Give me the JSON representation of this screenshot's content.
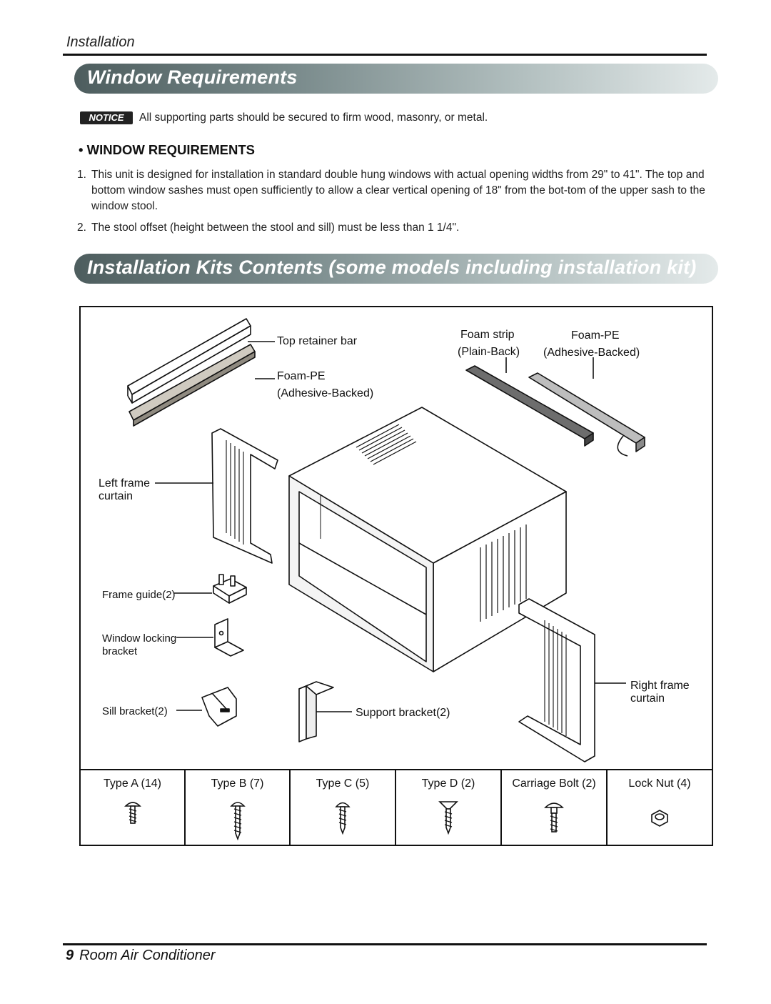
{
  "header": {
    "running_title": "Installation"
  },
  "section1": {
    "banner_title": "Window Requirements",
    "notice_badge": "NOTICE",
    "notice_text": "All supporting parts should be secured to firm wood, masonry, or metal.",
    "subheading": "• WINDOW REQUIREMENTS",
    "items": [
      {
        "num": "1.",
        "text": "This unit is designed for installation in standard double hung windows with actual opening widths from 29\" to 41\". The top and bottom window sashes must open sufficiently to allow a clear vertical opening of 18\" from the bot-tom of the upper sash to the window stool."
      },
      {
        "num": "2.",
        "text": "The stool offset (height between the stool and sill) must be less than 1 1/4\"."
      }
    ]
  },
  "section2": {
    "banner_title": "Installation Kits Contents (some models including installation kit)",
    "labels": {
      "top_retainer_bar": "Top retainer bar",
      "foam_pe_1": "Foam-PE",
      "adhesive_backed_1": "(Adhesive-Backed)",
      "foam_strip": "Foam strip",
      "plain_back": "(Plain-Back)",
      "foam_pe_2": "Foam-PE",
      "adhesive_backed_2": "(Adhesive-Backed)",
      "left_frame_1": "Left frame",
      "left_frame_2": "curtain",
      "frame_guide": "Frame guide(2)",
      "window_locking_1": "Window locking",
      "window_locking_2": "bracket",
      "sill_bracket": "Sill bracket(2)",
      "support_bracket": "Support bracket(2)",
      "right_frame_1": "Right frame",
      "right_frame_2": "curtain"
    },
    "fasteners": [
      {
        "label": "Type A (14)",
        "icon": "pan-head-screw-icon"
      },
      {
        "label": "Type B (7)",
        "icon": "long-screw-icon"
      },
      {
        "label": "Type C (5)",
        "icon": "screw-icon"
      },
      {
        "label": "Type D (2)",
        "icon": "flat-head-screw-icon"
      },
      {
        "label": "Carriage Bolt  (2)",
        "icon": "carriage-bolt-icon"
      },
      {
        "label": "Lock Nut  (4)",
        "icon": "lock-nut-icon"
      }
    ]
  },
  "footer": {
    "page_number": "9",
    "title": "Room Air Conditioner"
  }
}
